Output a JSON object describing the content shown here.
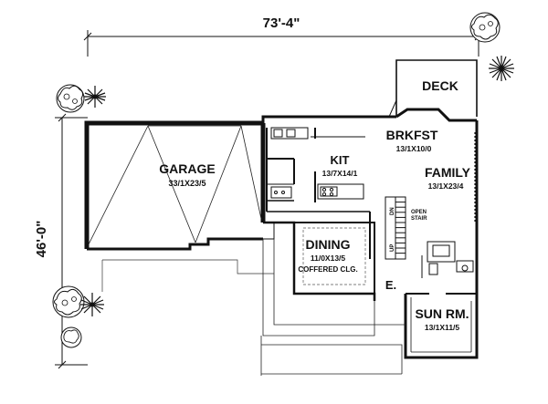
{
  "dimensions": {
    "width_label": "73'-4\"",
    "depth_label": "46'-0\""
  },
  "rooms": {
    "deck": {
      "name": "DECK"
    },
    "garage": {
      "name": "GARAGE",
      "size": "33/1X23/5"
    },
    "brkfst": {
      "name": "BRKFST",
      "size": "13/1X10/0"
    },
    "kit": {
      "name": "KIT",
      "size": "13/7X14/1"
    },
    "family": {
      "name": "FAMILY",
      "size": "13/1X23/4"
    },
    "dining": {
      "name": "DINING",
      "size": "11/0X13/5",
      "note": "COFFERED CLG."
    },
    "entry": {
      "name": "E."
    },
    "sunroom": {
      "name": "SUN RM.",
      "size": "13/1X11/5"
    }
  },
  "stair": {
    "note_line1": "OPEN",
    "note_line2": "STAIR",
    "down_label": "DN",
    "up_label": "UP"
  },
  "colors": {
    "line": "#111111",
    "background": "#ffffff"
  }
}
